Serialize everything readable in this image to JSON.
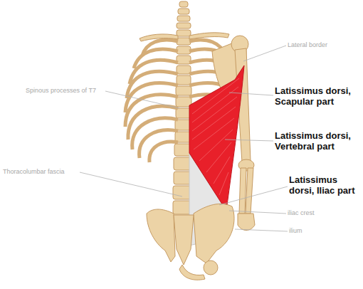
{
  "diagram": {
    "labels": [
      "Lateral border",
      "Latissimus dorsi, Scapular part",
      "Spinous processes of T7",
      "Latissimus dorsi, Vertebral part",
      "Thoracolumbar fascia",
      "Latissimus dorsi, Iliac part",
      "iliac crest",
      "ilium"
    ]
  }
}
